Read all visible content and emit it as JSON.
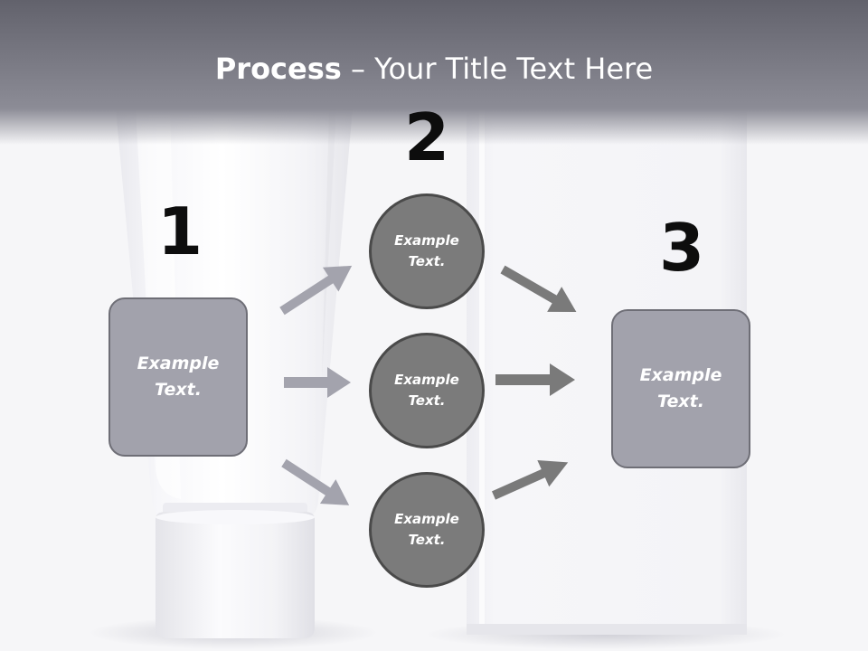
{
  "slide": {
    "title_bold": "Process",
    "title_rest": " – Your Title Text Here"
  },
  "steps": [
    {
      "number": "1",
      "text": "Example Text."
    },
    {
      "number": "2",
      "items": [
        "Example Text.",
        "Example Text.",
        "Example Text."
      ]
    },
    {
      "number": "3",
      "text": "Example Text."
    }
  ],
  "colors": {
    "header_top": "#62626c",
    "header_bottom": "#8c8c96",
    "box_fill": "#a2a2ac",
    "box_border": "#6e6e76",
    "circle_fill": "#7b7b7b",
    "circle_border": "#4a4a4a",
    "arrow_light": "#a3a3ad",
    "arrow_dark": "#7a7a7a"
  },
  "decor": {
    "background": "toothpaste-tube-and-carton-illustration"
  }
}
